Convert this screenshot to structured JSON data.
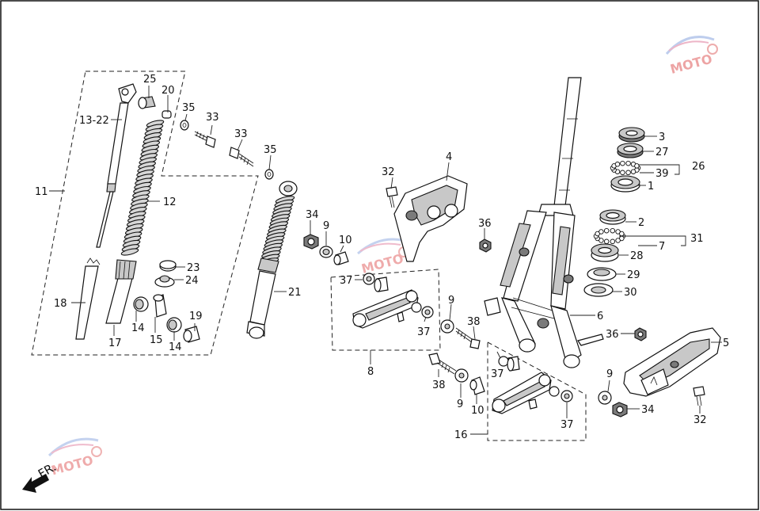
{
  "diagram": {
    "direction_label": "FR.",
    "watermark": "MOTO",
    "labels": [
      {
        "id": "l25",
        "text": "25"
      },
      {
        "id": "l20",
        "text": "20"
      },
      {
        "id": "l13",
        "text": "13-22"
      },
      {
        "id": "l35a",
        "text": "35"
      },
      {
        "id": "l33a",
        "text": "33"
      },
      {
        "id": "l33b",
        "text": "33"
      },
      {
        "id": "l35b",
        "text": "35"
      },
      {
        "id": "l11",
        "text": "11"
      },
      {
        "id": "l12",
        "text": "12"
      },
      {
        "id": "l23",
        "text": "23"
      },
      {
        "id": "l24",
        "text": "24"
      },
      {
        "id": "l18",
        "text": "18"
      },
      {
        "id": "l14a",
        "text": "14"
      },
      {
        "id": "l15",
        "text": "15"
      },
      {
        "id": "l19",
        "text": "19"
      },
      {
        "id": "l14b",
        "text": "14"
      },
      {
        "id": "l17",
        "text": "17"
      },
      {
        "id": "l21",
        "text": "21"
      },
      {
        "id": "l32a",
        "text": "32"
      },
      {
        "id": "l4",
        "text": "4"
      },
      {
        "id": "l34a",
        "text": "34"
      },
      {
        "id": "l9a",
        "text": "9"
      },
      {
        "id": "l10a",
        "text": "10"
      },
      {
        "id": "l37a",
        "text": "37"
      },
      {
        "id": "l37b",
        "text": "37"
      },
      {
        "id": "l8",
        "text": "8"
      },
      {
        "id": "l36a",
        "text": "36"
      },
      {
        "id": "l9b",
        "text": "9"
      },
      {
        "id": "l38a",
        "text": "38"
      },
      {
        "id": "l3",
        "text": "3"
      },
      {
        "id": "l27",
        "text": "27"
      },
      {
        "id": "l26",
        "text": "26"
      },
      {
        "id": "l39",
        "text": "39"
      },
      {
        "id": "l1",
        "text": "1"
      },
      {
        "id": "l2",
        "text": "2"
      },
      {
        "id": "l31",
        "text": "31"
      },
      {
        "id": "l7",
        "text": "7"
      },
      {
        "id": "l28",
        "text": "28"
      },
      {
        "id": "l29",
        "text": "29"
      },
      {
        "id": "l30",
        "text": "30"
      },
      {
        "id": "l6",
        "text": "6"
      },
      {
        "id": "l36b",
        "text": "36"
      },
      {
        "id": "l5",
        "text": "5"
      },
      {
        "id": "l37c",
        "text": "37"
      },
      {
        "id": "l38b",
        "text": "38"
      },
      {
        "id": "l9c",
        "text": "9"
      },
      {
        "id": "l10b",
        "text": "10"
      },
      {
        "id": "l37d",
        "text": "37"
      },
      {
        "id": "l16",
        "text": "16"
      },
      {
        "id": "l9d",
        "text": "9"
      },
      {
        "id": "l34b",
        "text": "34"
      },
      {
        "id": "l32b",
        "text": "32"
      }
    ]
  }
}
